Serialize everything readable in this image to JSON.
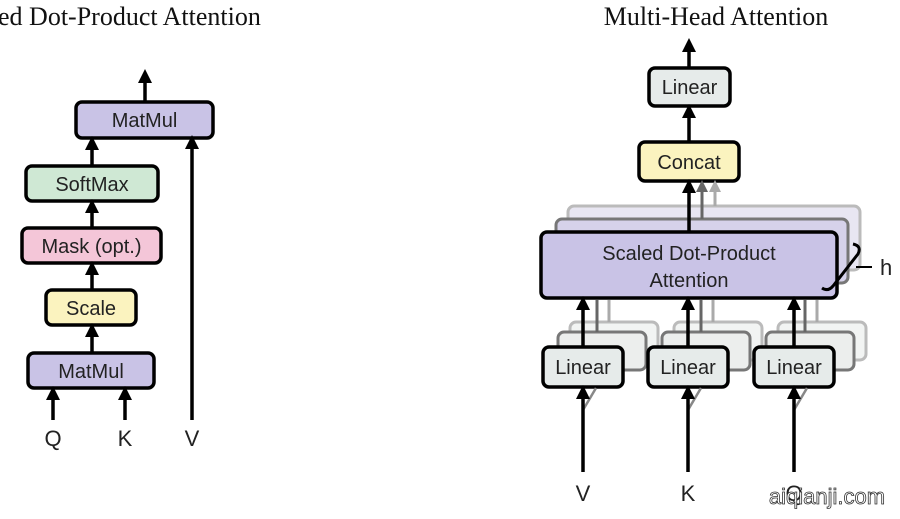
{
  "left_diagram": {
    "title": "Scaled Dot-Product Attention",
    "title_visible": "ed Dot-Product Attention",
    "boxes": [
      {
        "id": "matmul-top",
        "label": "MatMul",
        "color": "#c9c3e6"
      },
      {
        "id": "softmax",
        "label": "SoftMax",
        "color": "#cfe8d4"
      },
      {
        "id": "mask",
        "label": "Mask (opt.)",
        "color": "#f4c6d8"
      },
      {
        "id": "scale",
        "label": "Scale",
        "color": "#fbf3bf"
      },
      {
        "id": "matmul-bottom",
        "label": "MatMul",
        "color": "#c9c3e6"
      }
    ],
    "inputs": [
      "Q",
      "K",
      "V"
    ]
  },
  "right_diagram": {
    "title": "Multi-Head Attention",
    "boxes": [
      {
        "id": "linear-out",
        "label": "Linear",
        "color": "#e6ebea"
      },
      {
        "id": "concat",
        "label": "Concat",
        "color": "#fbf3bf"
      },
      {
        "id": "attention",
        "label_line1": "Scaled Dot-Product",
        "label_line2": "Attention",
        "color": "#c9c3e6"
      },
      {
        "id": "linear-v",
        "label": "Linear",
        "color": "#e6ebea"
      },
      {
        "id": "linear-k",
        "label": "Linear",
        "color": "#e6ebea"
      },
      {
        "id": "linear-q",
        "label": "Linear",
        "color": "#e6ebea"
      }
    ],
    "heads_label": "h",
    "inputs": [
      "V",
      "K",
      "Q"
    ]
  },
  "watermark": "aiqianji.com"
}
